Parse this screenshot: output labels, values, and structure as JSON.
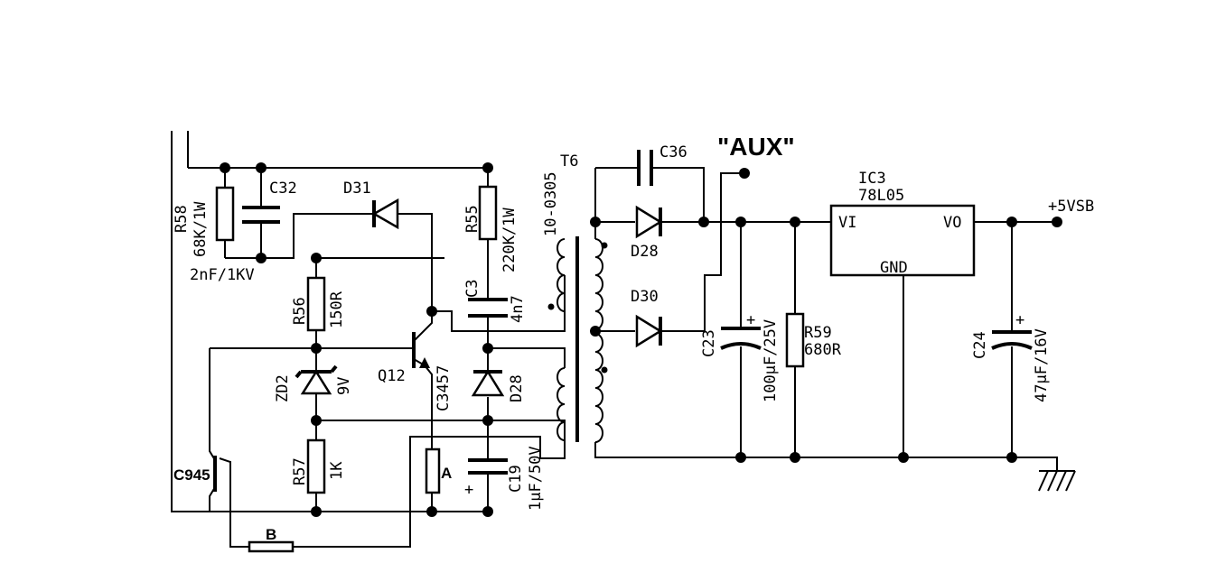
{
  "labels": {
    "r58": "R58",
    "r58_val": "68K/1W",
    "c32": "C32",
    "c32_val": "2nF/1KV",
    "d31": "D31",
    "r55": "R55",
    "r55_val": "220K/1W",
    "n_10_0305": "10-0305",
    "r56": "R56",
    "r56_val": "150R",
    "c3": "C3",
    "c3_val": "4n7",
    "q12": "Q12",
    "q12_val": "C3457",
    "zd2": "ZD2",
    "zd2_val": "9V",
    "d28_left": "D28",
    "r57": "R57",
    "r57_val": "1K",
    "c945": "C945",
    "a": "A",
    "b": "B",
    "c19": "C19",
    "c19_val": "1μF/50V",
    "c19_plus": "+",
    "t6": "T6",
    "c36": "C36",
    "aux": "\"AUX\"",
    "d28_right": "D28",
    "d30": "D30",
    "c23": "C23",
    "c23_val": "100μF/25V",
    "c23_plus": "+",
    "r59": "R59",
    "r59_val": "680R",
    "ic3": "IC3",
    "ic3_part": "78L05",
    "vi": "VI",
    "vo": "VO",
    "gnd": "GND",
    "vsb": "+5VSB",
    "c24": "C24",
    "c24_val": "47μF/16V",
    "c24_plus": "+"
  }
}
